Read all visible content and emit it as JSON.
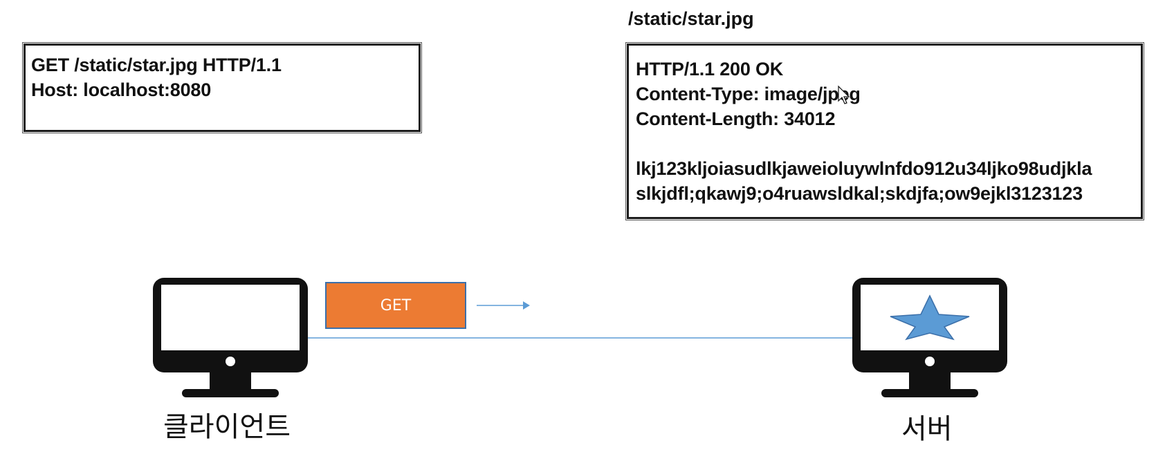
{
  "resource_path": "/static/star.jpg",
  "request": {
    "lines": [
      "GET /static/star.jpg HTTP/1.1",
      "Host: localhost:8080"
    ]
  },
  "response": {
    "headers": [
      "HTTP/1.1 200 OK",
      "Content-Type: image/jpeg",
      "Content-Length: 34012"
    ],
    "body": [
      "lkj123kljoiasudlkjaweioluywlnfdo912u34ljko98udjkla",
      "slkjdfl;qkawj9;o4ruawsldkal;skdjfa;ow9ejkl3123123"
    ]
  },
  "method_badge": "GET",
  "client_label": "클라이언트",
  "server_label": "서버",
  "colors": {
    "badge_fill": "#ec7b33",
    "badge_border": "#3b6fa9",
    "connector": "#5b9bd5",
    "star": "#5b9bd5",
    "monitor": "#111111"
  },
  "icons": [
    "client-monitor-icon",
    "server-monitor-icon",
    "star-icon",
    "arrow-right-icon",
    "cursor-icon"
  ]
}
